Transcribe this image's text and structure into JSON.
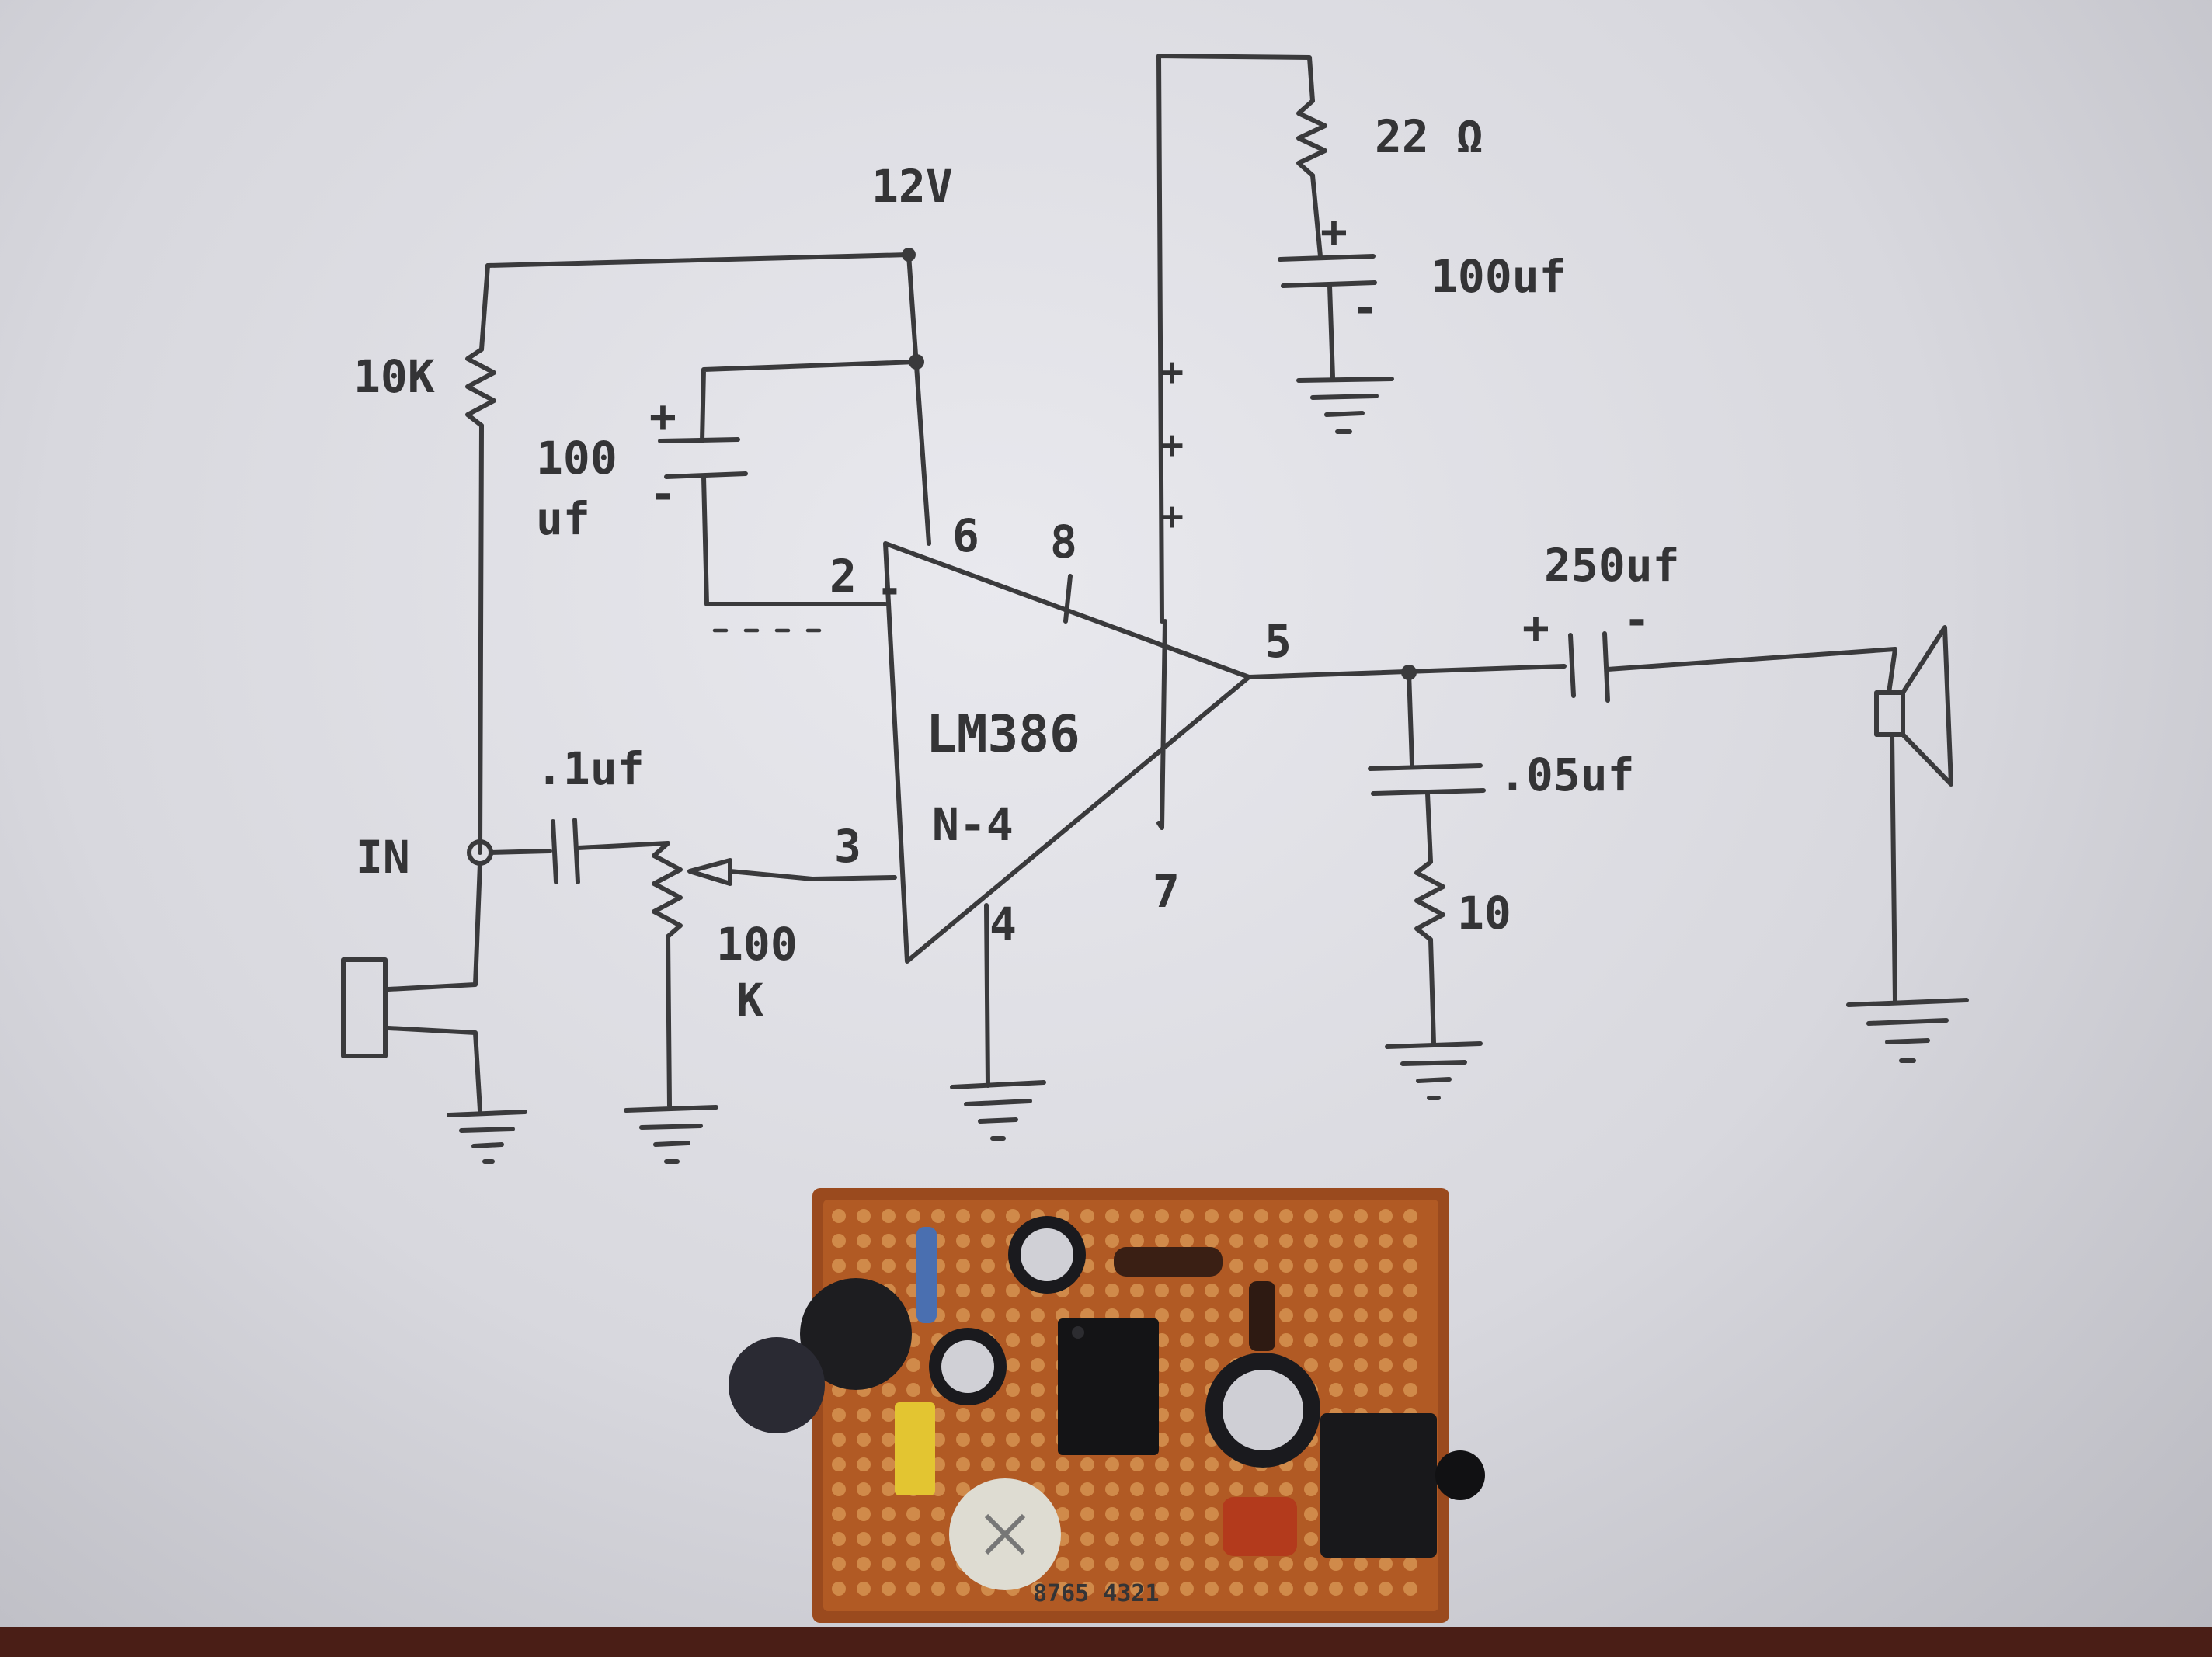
{
  "schematic": {
    "supply_label": "12V",
    "ic_name": "LM386",
    "ic_variant": "N-4",
    "input_label": "IN",
    "pins": {
      "p2": "2",
      "p3": "3",
      "p4": "4",
      "p5": "5",
      "p6": "6",
      "p7": "7",
      "p8": "8"
    },
    "opamp_minus": "-",
    "components": {
      "r_bias": "10K",
      "c_input": ".1uf",
      "pot_value_1": "100",
      "pot_value_2": "K",
      "c_gain_1": "100",
      "c_gain_2": "uf",
      "r_supply": "22 Ω",
      "c_supply": "100uf",
      "c_zobel": ".05uf",
      "r_zobel": "10",
      "c_output": "250uf"
    },
    "polarity": {
      "plus": "+",
      "minus": "-"
    }
  },
  "board_pin_labels": "8765 4321"
}
